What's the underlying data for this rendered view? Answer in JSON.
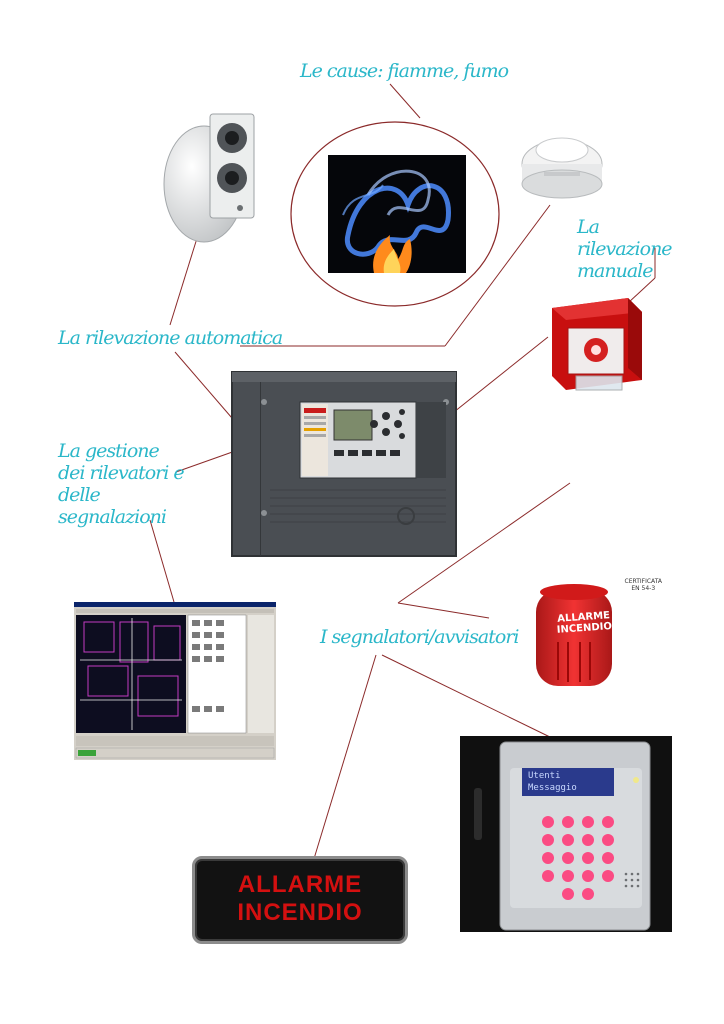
{
  "labels": {
    "cause": "Le cause: fiamme, fumo",
    "manual": "La rilevazione manuale",
    "automatic": "La rilevazione automatica",
    "management": "La gestione dei rilevatori e delle segnalazioni",
    "signalers": "I segnalatori/avvisatori"
  },
  "siren": {
    "line1": "ALLARME",
    "line2": "INCENDIO",
    "certification_line1": "CERTIFICATA",
    "certification_line2": "EN 54-3"
  },
  "sign": {
    "line1": "ALLARME",
    "line2": "INCENDIO"
  },
  "keypad": {
    "display_line1": "Utenti",
    "display_line2": "Messaggio"
  },
  "colors": {
    "label": "#2bb7c9",
    "connector": "#8b2a2a",
    "panel": "#4a4e53",
    "alarm_red": "#d41010"
  }
}
